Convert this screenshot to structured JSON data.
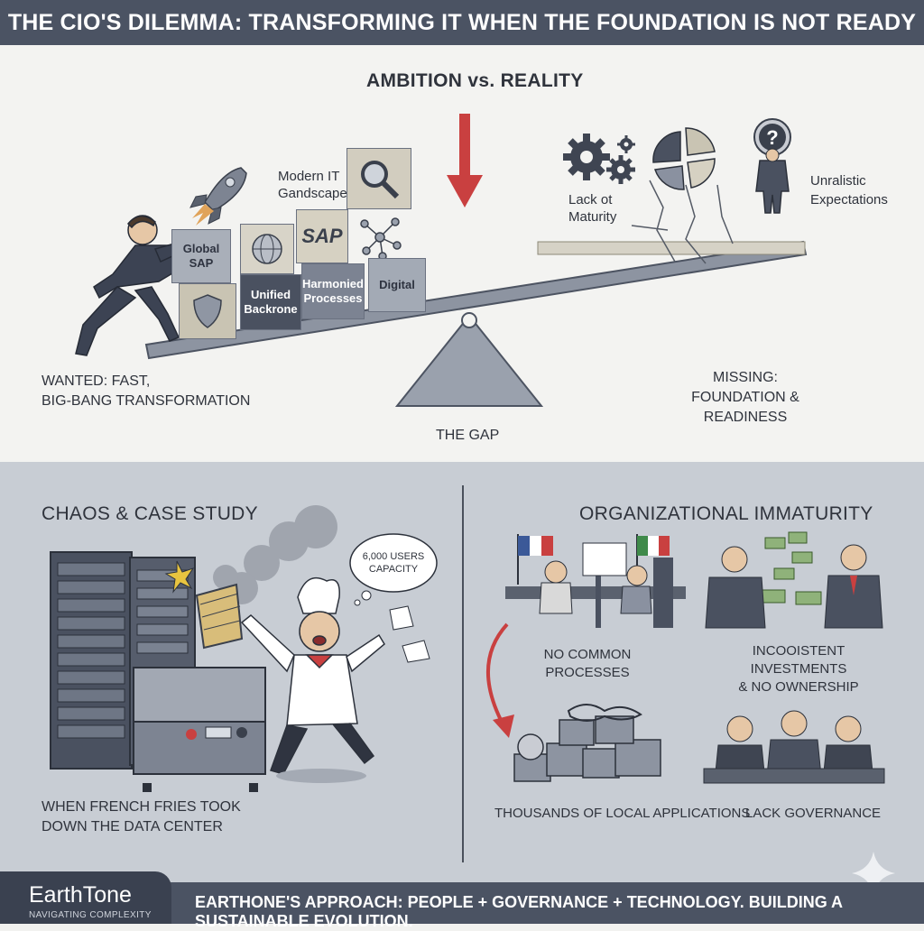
{
  "header": {
    "title": "THE CIO'S DILEMMA: TRANSFORMING IT WHEN THE FOUNDATION IS NOT READY"
  },
  "top": {
    "heading": "AMBITION vs. REALITY",
    "landscape_label": "Modern IT\nGandscape",
    "blocks": {
      "global_sap": "Global\nSAP",
      "sap_logo": "SAP",
      "unified_backbone": "Unified\nBackrone",
      "harmonized": "Harmonied\nProcesses",
      "digital": "Digital"
    },
    "lack_maturity": "Lack ot\nMaturity",
    "unrealistic": "Unralistic\nExpectations",
    "wanted": "WANTED: FAST,\nBIG-BANG TRANSFORMATION",
    "missing": "MISSING:\nFOUNDATION & READINESS",
    "gap": "THE GAP"
  },
  "chaos": {
    "heading": "CHAOS & CASE STUDY",
    "bubble": "6,000 USERS\nCAPACITY",
    "caption": "WHEN FRENCH FRIES TOOK\nDOWN THE DATA CENTER"
  },
  "org": {
    "heading": "ORGANIZATIONAL IMMATURITY",
    "no_common": "NO COMMON\nPROCESSES",
    "inconsistent": "INCOOISTENT INVESTMENTS\n& NO OWNERSHIP",
    "local_apps": "THOUSANDS OF LOCAL APPLICATIONS",
    "governance": "LACK GOVERNANCE"
  },
  "footer": {
    "logo_name": "EarthTone",
    "logo_tag": "NAVIGATING COMPLEXITY",
    "approach": "EARTHONE'S APPROACH: PEOPLE + GOVERNANCE + TECHNOLOGY. BUILDING A SUSTAINABLE EVOLUTION."
  },
  "colors": {
    "header_bg": "#4b5363",
    "accent_red": "#c94040",
    "bottom_bg": "#c8cdd4"
  }
}
